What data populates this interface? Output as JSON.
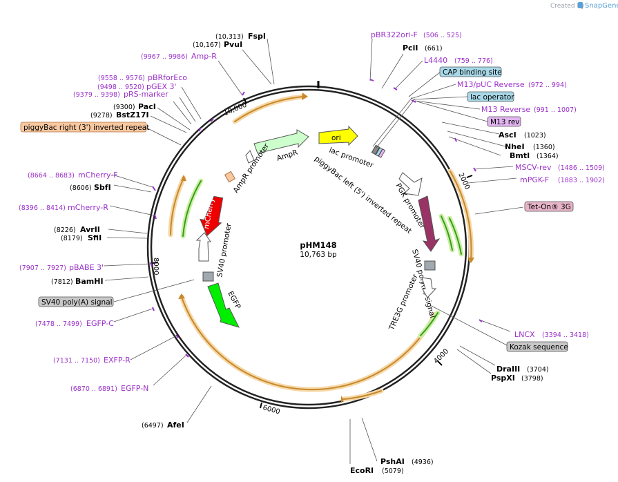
{
  "brand": {
    "credit": "Created by",
    "name": "SnapGene"
  },
  "plasmid": {
    "name": "pHM148",
    "size": "10,763 bp"
  },
  "ticks": [
    "10,000",
    "2000",
    "4000",
    "6000",
    "8000"
  ],
  "sites": [
    {
      "id": "fspi",
      "name": "FspI",
      "pos": "(10,313)"
    },
    {
      "id": "pvui",
      "name": "PvuI",
      "pos": "(10,167)"
    },
    {
      "id": "pcii",
      "name": "PciI",
      "pos": "(661)"
    },
    {
      "id": "paci",
      "name": "PacI",
      "pos": "(9300)"
    },
    {
      "id": "bstz17i",
      "name": "BstZ17I",
      "pos": "(9278)"
    },
    {
      "id": "asci",
      "name": "AscI",
      "pos": "(1023)"
    },
    {
      "id": "nhei",
      "name": "NheI",
      "pos": "(1360)"
    },
    {
      "id": "bmti",
      "name": "BmtI",
      "pos": "(1364)"
    },
    {
      "id": "sbfi",
      "name": "SbfI",
      "pos": "(8606)"
    },
    {
      "id": "avrii",
      "name": "AvrII",
      "pos": "(8226)"
    },
    {
      "id": "sfii",
      "name": "SfiI",
      "pos": "(8179)"
    },
    {
      "id": "bamhi",
      "name": "BamHI",
      "pos": "(7812)"
    },
    {
      "id": "draiii",
      "name": "DraIII",
      "pos": "(3704)"
    },
    {
      "id": "pspxi",
      "name": "PspXI",
      "pos": "(3798)"
    },
    {
      "id": "afei",
      "name": "AfeI",
      "pos": "(6497)"
    },
    {
      "id": "pshai",
      "name": "PshAI",
      "pos": "(4936)"
    },
    {
      "id": "ecori",
      "name": "EcoRI",
      "pos": "(5079)"
    }
  ],
  "primers": [
    {
      "id": "pbr322ori-f",
      "name": "pBR322ori-F",
      "range": "(506 .. 525)"
    },
    {
      "id": "l4440",
      "name": "L4440",
      "range": "(759 .. 776)"
    },
    {
      "id": "m13-puc-reverse",
      "name": "M13/pUC Reverse",
      "range": "(972 .. 994)"
    },
    {
      "id": "m13-reverse",
      "name": "M13 Reverse",
      "range": "(991 .. 1007)"
    },
    {
      "id": "mscv-rev",
      "name": "MSCV-rev",
      "range": "(1486 .. 1509)"
    },
    {
      "id": "mpgk-f",
      "name": "mPGK-F",
      "range": "(1883 .. 1902)"
    },
    {
      "id": "amp-r",
      "name": "Amp-R",
      "range": "(9967 .. 9986)"
    },
    {
      "id": "pbrforeco",
      "name": "pBRforEco",
      "range": "(9558 .. 9576)"
    },
    {
      "id": "pgex-3",
      "name": "pGEX 3'",
      "range": "(9498 .. 9520)"
    },
    {
      "id": "prs-marker",
      "name": "pRS-marker",
      "range": "(9379 .. 9398)"
    },
    {
      "id": "mcherry-f",
      "name": "mCherry-F",
      "range": "(8664 .. 8683)"
    },
    {
      "id": "mcherry-r",
      "name": "mCherry-R",
      "range": "(8396 .. 8414)"
    },
    {
      "id": "pbabe-3",
      "name": "pBABE 3'",
      "range": "(7907 .. 7927)"
    },
    {
      "id": "egfp-c",
      "name": "EGFP-C",
      "range": "(7478 .. 7499)"
    },
    {
      "id": "exfp-r",
      "name": "EXFP-R",
      "range": "(7131 .. 7150)"
    },
    {
      "id": "egfp-n",
      "name": "EGFP-N",
      "range": "(6870 .. 6891)"
    },
    {
      "id": "lncx",
      "name": "LNCX",
      "range": "(3394 .. 3418)"
    }
  ],
  "boxes": [
    {
      "id": "cap-binding-site",
      "text": "CAP binding site",
      "fill": "#a8d8e8"
    },
    {
      "id": "lac-operator",
      "text": "lac operator",
      "fill": "#a8d8e8"
    },
    {
      "id": "m13-rev",
      "text": "M13 rev",
      "fill": "#e2b4f0"
    },
    {
      "id": "piggybac-right",
      "text": "piggyBac right (3') inverted repeat",
      "fill": "#f8c8a0"
    },
    {
      "id": "tet-on-3g",
      "text": "Tet-On® 3G",
      "fill": "#e8b4c8"
    },
    {
      "id": "sv40-polya-box",
      "text": "SV40 poly(A) signal",
      "fill": "#c8c8c8"
    },
    {
      "id": "kozak",
      "text": "Kozak sequence",
      "fill": "#c8c8c8"
    }
  ],
  "features": [
    {
      "id": "ori",
      "text": "ori"
    },
    {
      "id": "ampr",
      "text": "AmpR"
    },
    {
      "id": "ampr-promoter",
      "text": "AmpR promoter"
    },
    {
      "id": "lac-promoter",
      "text": "lac promoter"
    },
    {
      "id": "piggybac-left",
      "text": "piggyBac left (5') inverted repeat"
    },
    {
      "id": "pgk-promoter",
      "text": "PGK promoter"
    },
    {
      "id": "mcherry",
      "text": "mCherry"
    },
    {
      "id": "sv40-promoter",
      "text": "SV40 promoter"
    },
    {
      "id": "egfp",
      "text": "EGFP"
    },
    {
      "id": "sv40-polya",
      "text": "SV40 poly(A) signal"
    },
    {
      "id": "tre3g",
      "text": "TRE3G promoter"
    }
  ],
  "colors": {
    "ori": "#ffff00",
    "ampr": "#ccffcc",
    "mcherry": "#ee0000",
    "egfp": "#00ee00",
    "tet_on": "#993366",
    "orf": "#e8a840",
    "primer": "#9a30c8"
  }
}
